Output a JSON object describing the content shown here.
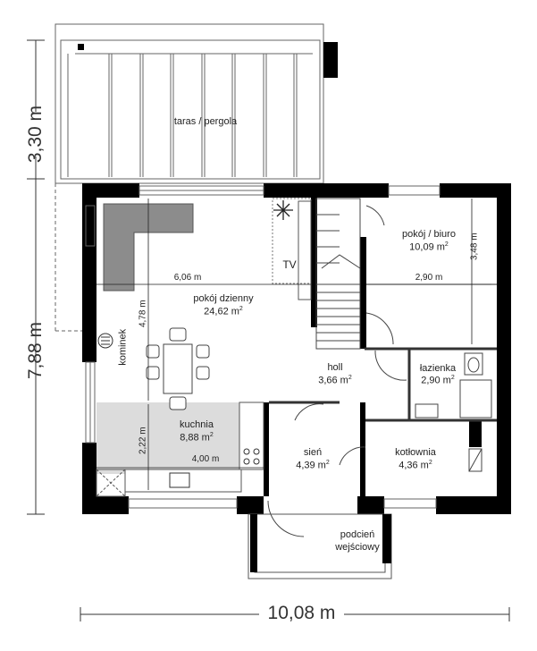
{
  "rooms": {
    "taras": {
      "name": "taras / pergola"
    },
    "living": {
      "name": "pokój dzienny",
      "area": "24,62 m",
      "sup": "2"
    },
    "office": {
      "name": "pokój / biuro",
      "area": "10,09 m",
      "sup": "2"
    },
    "bathroom": {
      "name": "łazienka",
      "area": "2,90 m",
      "sup": "2"
    },
    "hall": {
      "name": "holl",
      "area": "3,66 m",
      "sup": "2"
    },
    "kitchen": {
      "name": "kuchnia",
      "area": "8,88 m",
      "sup": "2"
    },
    "vestibule": {
      "name": "sień",
      "area": "4,39 m",
      "sup": "2"
    },
    "boiler": {
      "name": "kotłownia",
      "area": "4,36 m",
      "sup": "2"
    },
    "porch": {
      "line1": "podcień",
      "line2": "wejściowy"
    }
  },
  "labels": {
    "tv": "TV",
    "fireplace": "kominek"
  },
  "dimensions": {
    "living_width": "6,06 m",
    "office_width": "2,90 m",
    "office_depth": "3,48 m",
    "living_depth": "4,78 m",
    "kitchen_depth": "2,22 m",
    "kitchen_width": "4,00 m"
  },
  "overall": {
    "terrace_depth": "3,30 m",
    "house_depth": "7,88 m",
    "house_width": "10,08 m"
  },
  "colors": {
    "walls": "#000000",
    "kitchen_fill": "#dcdcdc",
    "sofa": "#8c8c8c",
    "lines": "#555555"
  }
}
